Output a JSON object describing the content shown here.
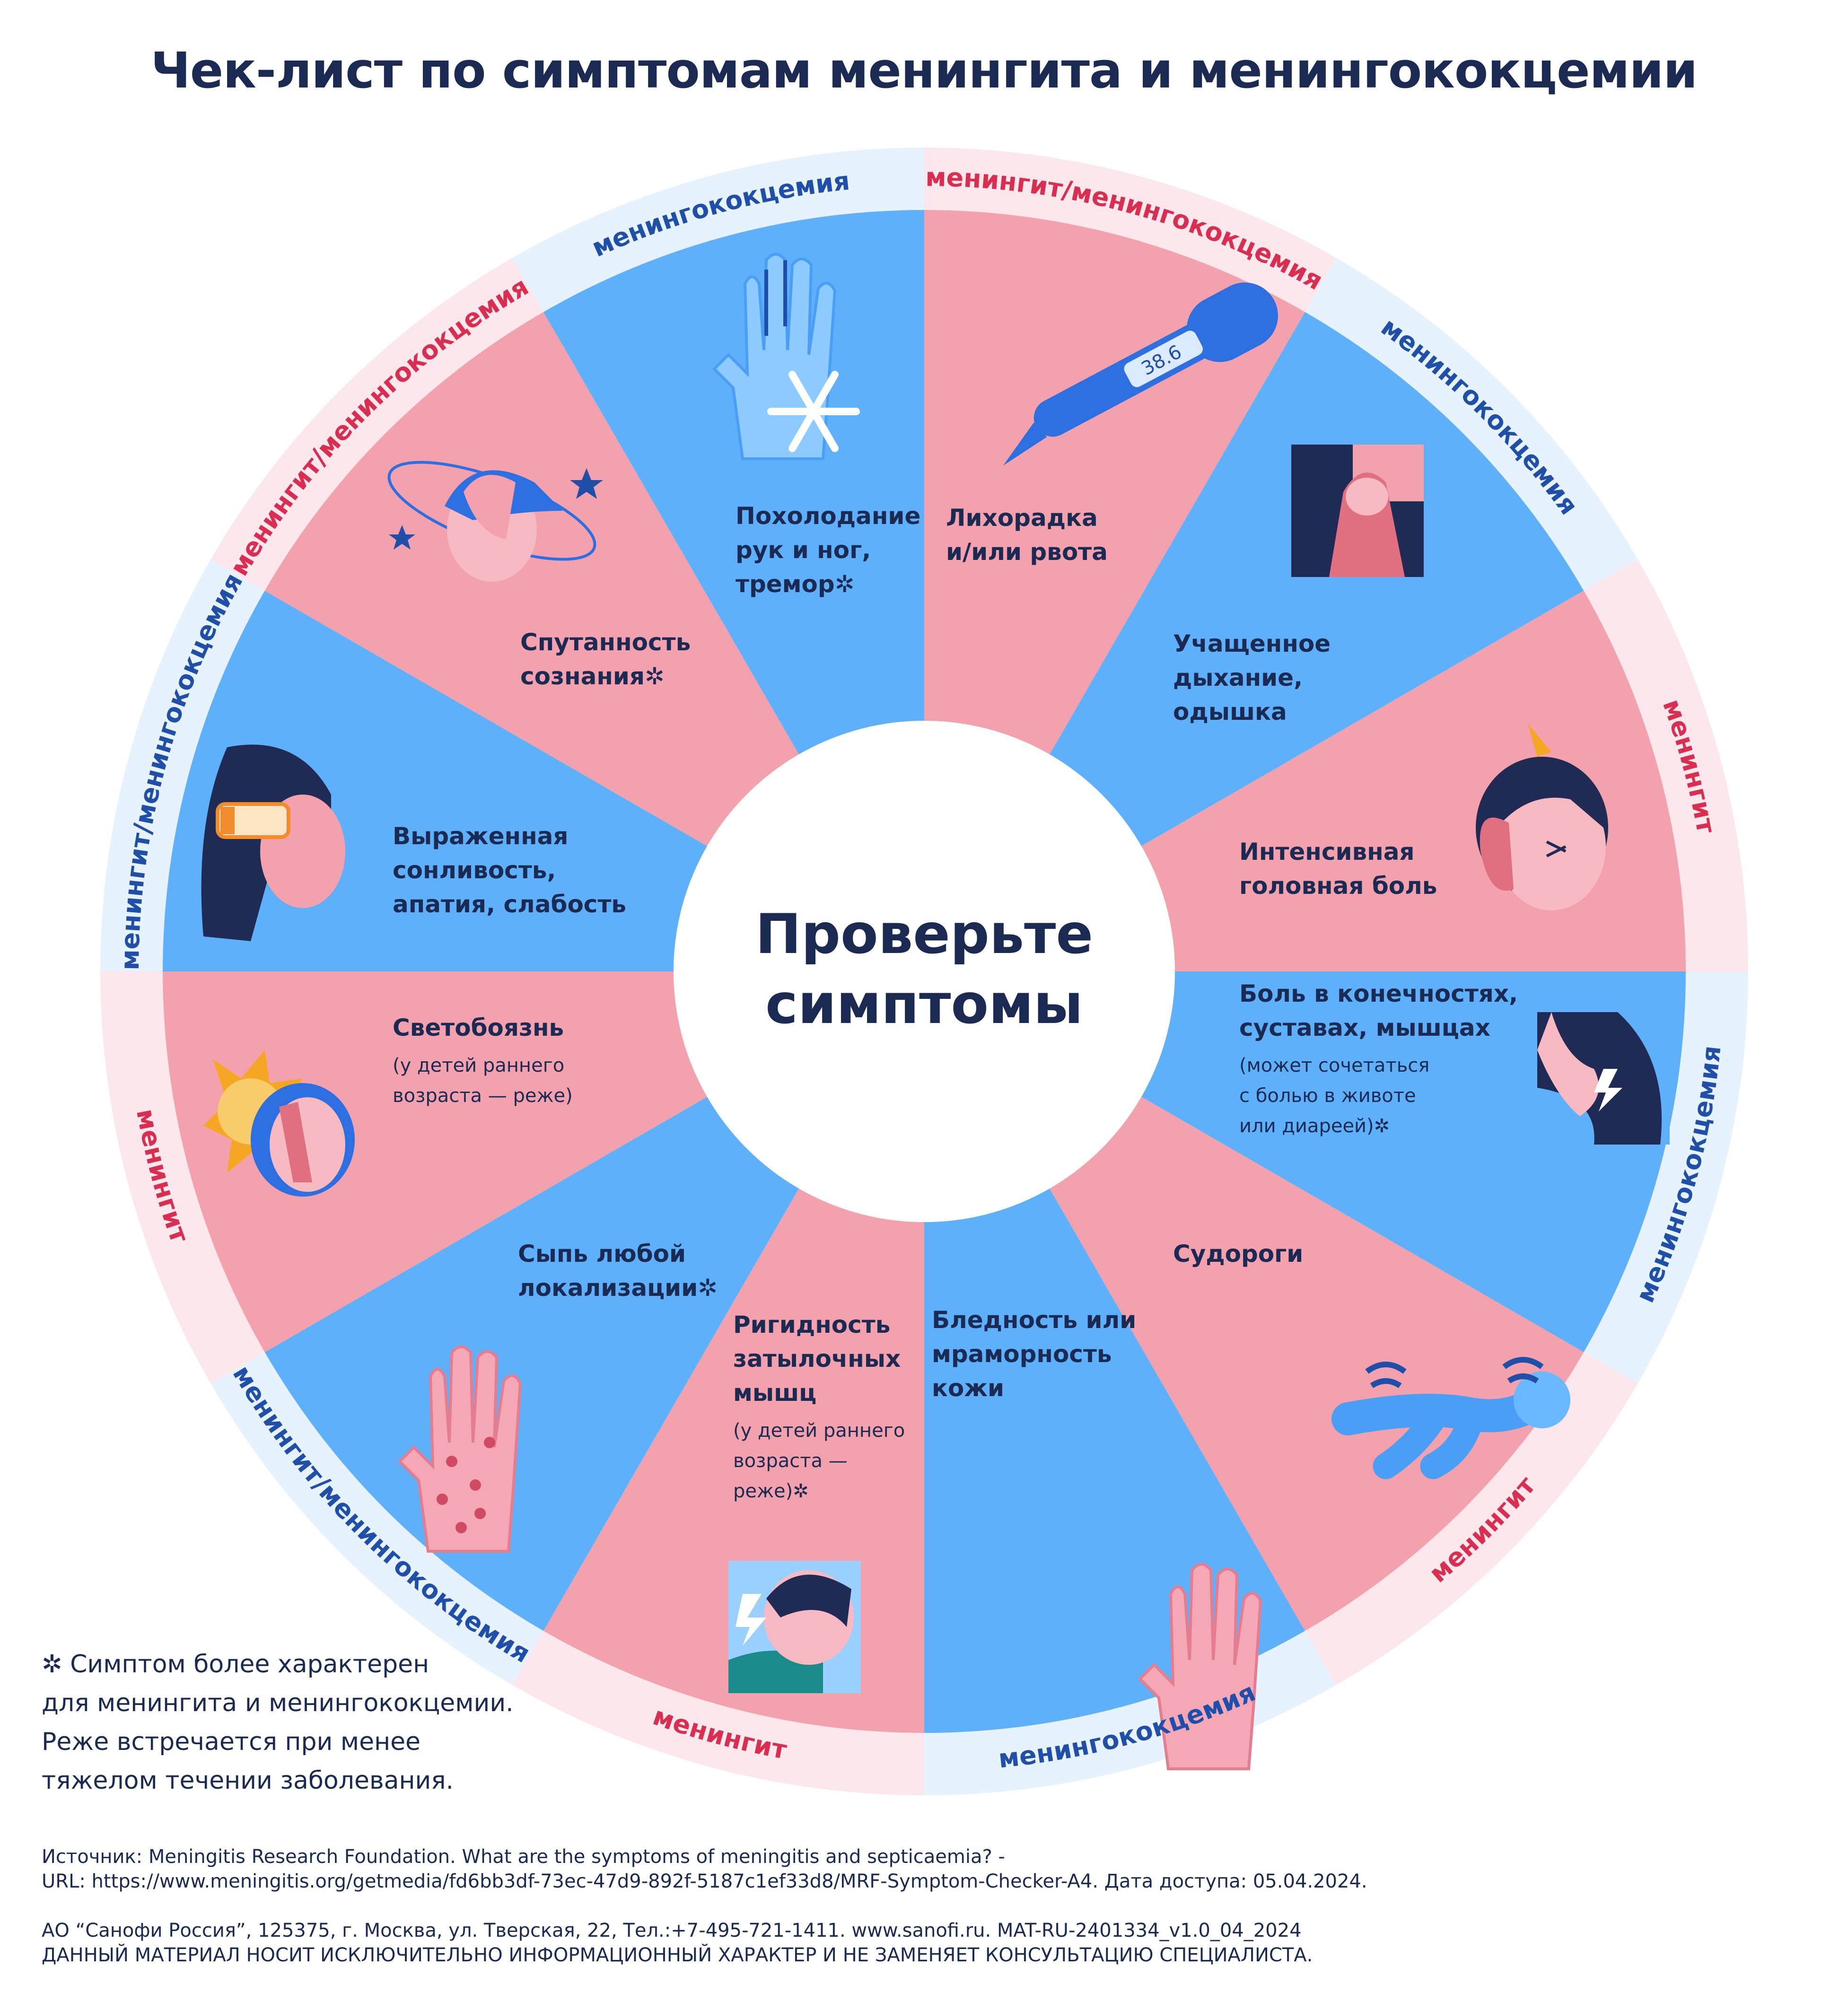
{
  "title": "Чек-лист по симптомам менингита и менингококцемии",
  "center": {
    "line1": "Проверьте",
    "line2": "симптомы"
  },
  "colors": {
    "pink": "#f2a1ad",
    "blue": "#5fb0fb",
    "ring_blue": "#e6f2fd",
    "ring_pink": "#fce8ec",
    "tag_pink": "#d92e50",
    "tag_blue": "#1f4fa8",
    "navy": "#1b2a52"
  },
  "segments": [
    {
      "tag": "менингит/менингококцемия",
      "tag_color": "pink",
      "fill": "pink",
      "icon": "thermometer-icon",
      "thermometer_reading": "38.6",
      "text": [
        "Лихорадка",
        "и/или рвота"
      ],
      "small": []
    },
    {
      "tag": "менингококцемия",
      "tag_color": "blue",
      "fill": "blue",
      "icon": "breathing-icon",
      "text": [
        "Учащенное",
        "дыхание,",
        "одышка"
      ],
      "small": []
    },
    {
      "tag": "менингит",
      "tag_color": "pink",
      "fill": "pink",
      "icon": "headache-icon",
      "text": [
        "Интенсивная",
        "головная боль"
      ],
      "small": []
    },
    {
      "tag": "менингококцемия",
      "tag_color": "blue",
      "fill": "blue",
      "icon": "joint-pain-icon",
      "text": [
        "Боль в конечностях,",
        "суставах, мышцах"
      ],
      "small": [
        "(может сочетаться",
        "с болью в животе",
        "или диареей)✲"
      ]
    },
    {
      "tag": "менингит",
      "tag_color": "pink",
      "fill": "pink",
      "icon": "seizure-icon",
      "text": [
        "Судороги"
      ],
      "small": []
    },
    {
      "tag": "менингококцемия",
      "tag_color": "blue",
      "fill": "blue",
      "icon": "pale-hand-icon",
      "text": [
        "Бледность или",
        "мраморность",
        "кожи"
      ],
      "small": []
    },
    {
      "tag": "менингит",
      "tag_color": "pink",
      "fill": "pink",
      "icon": "stiff-neck-icon",
      "text": [
        "Ригидность",
        "затылочных",
        "мышц"
      ],
      "small": [
        "(у детей раннего",
        "возраста —",
        "реже)✲"
      ]
    },
    {
      "tag": "менингит/менингококцемия",
      "tag_color": "blue",
      "fill": "blue",
      "icon": "rash-hand-icon",
      "text": [
        "Сыпь любой",
        "локализации✲"
      ],
      "small": []
    },
    {
      "tag": "менингит",
      "tag_color": "pink",
      "fill": "pink",
      "icon": "photophobia-icon",
      "text": [
        "Светобоязнь"
      ],
      "small": [
        "(у детей раннего",
        "возраста — реже)"
      ]
    },
    {
      "tag": "менингит/менингококцемия",
      "tag_color": "blue",
      "fill": "blue",
      "icon": "drowsiness-icon",
      "text": [
        "Выраженная",
        "сонливость,",
        "апатия, слабость"
      ],
      "small": []
    },
    {
      "tag": "менингит/менингококцемия",
      "tag_color": "pink",
      "fill": "pink",
      "icon": "confusion-icon",
      "text": [
        "Спутанность",
        "сознания✲"
      ],
      "small": []
    },
    {
      "tag": "менингококцемия",
      "tag_color": "blue",
      "fill": "blue",
      "icon": "cold-hand-icon",
      "text": [
        "Похолодание",
        "рук и ног,",
        "тремор✲"
      ],
      "small": []
    }
  ],
  "footnote": [
    "✲ Симптом более характерен",
    "для менингита и менингококцемии.",
    "Реже встречается при менее",
    "тяжелом течении заболевания."
  ],
  "sources": {
    "line1": "Источник: Meningitis Research Foundation. What are the symptoms of meningitis and septicaemia? -",
    "line2": "URL: https://www.meningitis.org/getmedia/fd6bb3df-73ec-47d9-892f-5187c1ef33d8/MRF-Symptom-Checker-A4. Дата доступа: 05.04.2024.",
    "line3": "АО “Санофи Россия”, 125375, г. Москва, ул. Тверская, 22, Тел.:+7-495-721-1411. www.sanofi.ru. MAT-RU-2401334_v1.0_04_2024",
    "line4": "ДАННЫЙ МАТЕРИАЛ НОСИТ ИСКЛЮЧИТЕЛЬНО ИНФОРМАЦИОННЫЙ ХАРАКТЕР И НЕ ЗАМЕНЯЕТ КОНСУЛЬТАЦИЮ СПЕЦИАЛИСТА."
  }
}
